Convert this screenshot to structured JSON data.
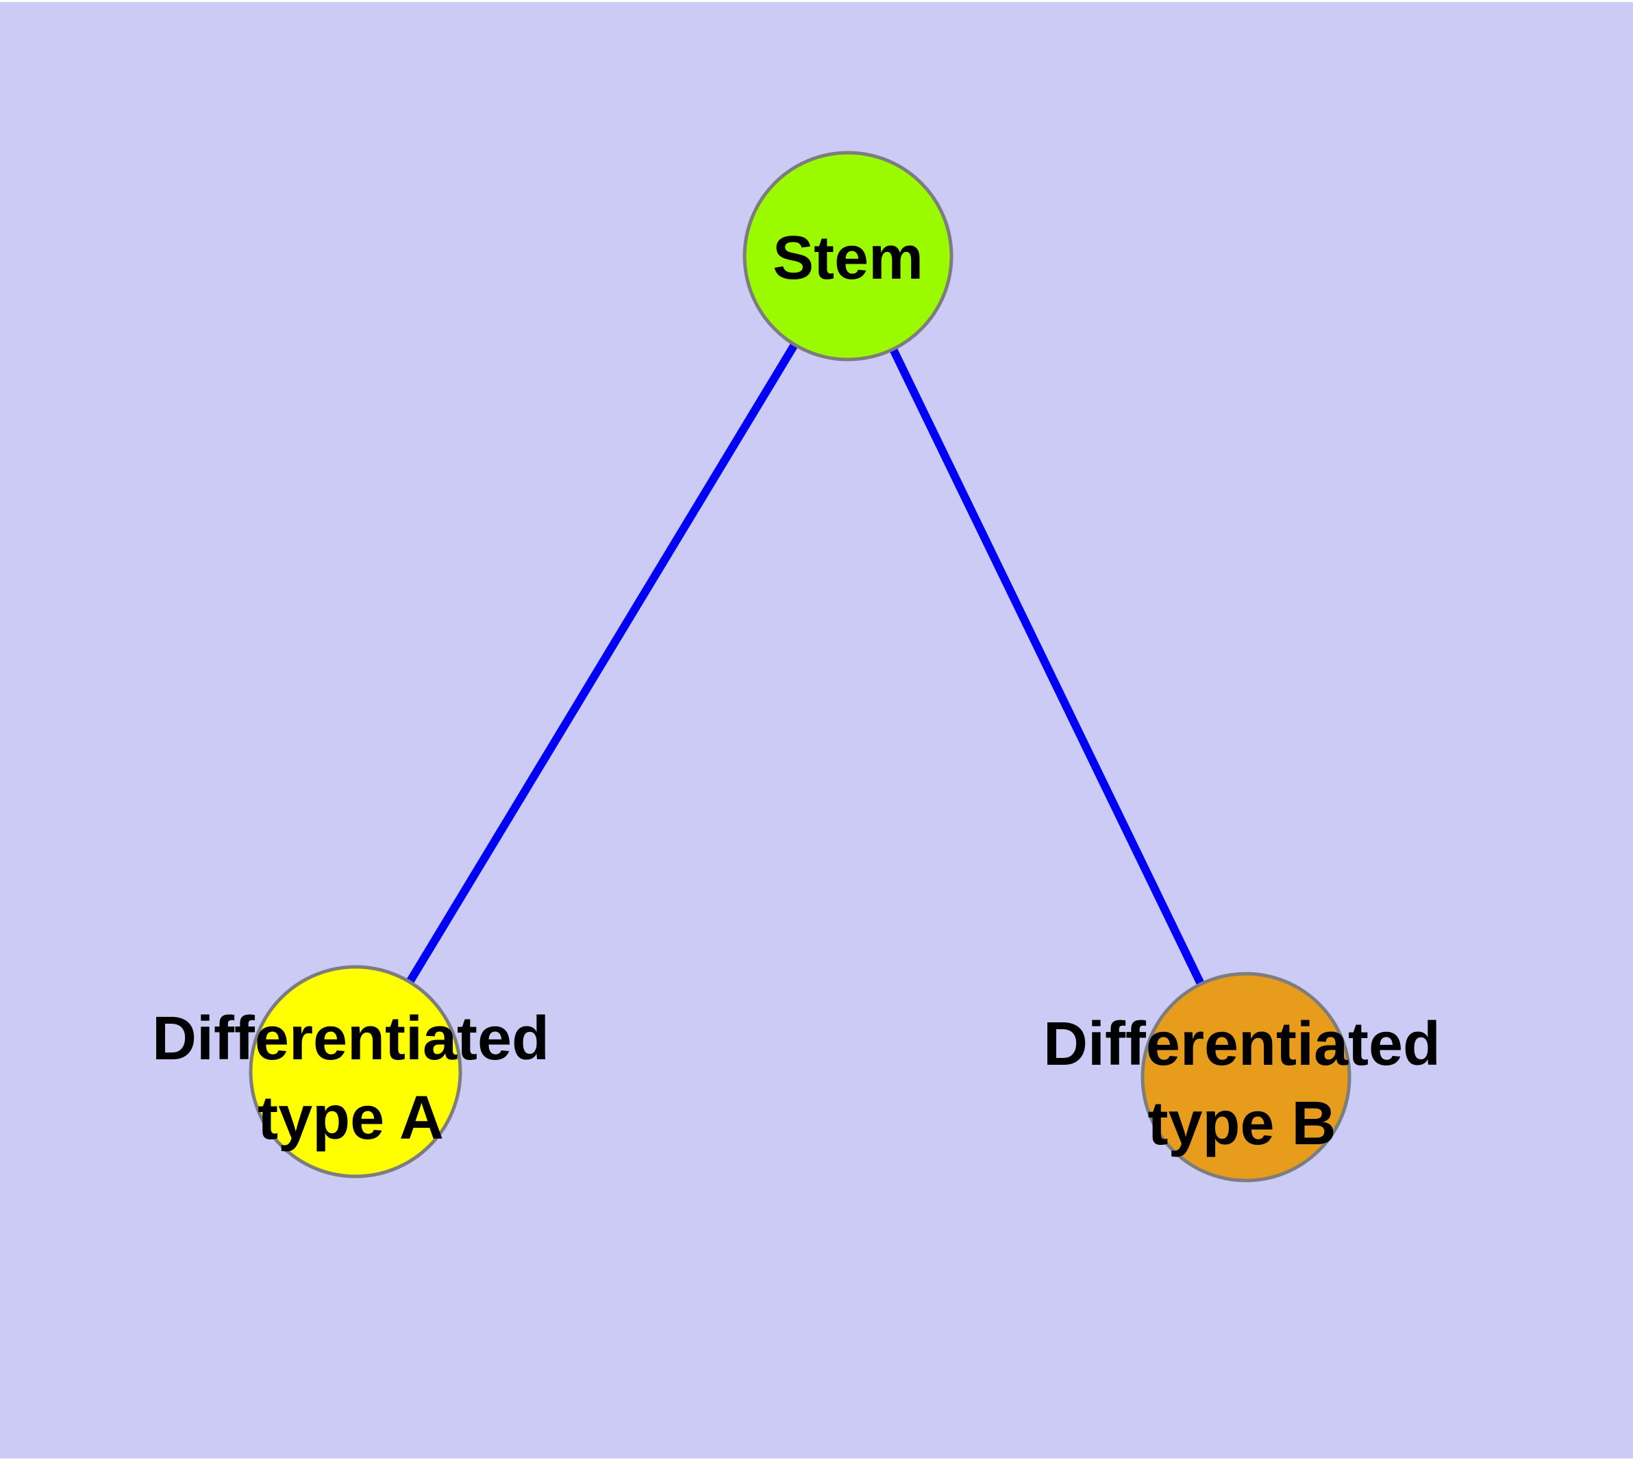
{
  "diagram": {
    "background_color": "#CBCBF5",
    "text_color": "#000000",
    "nodes": {
      "stem": {
        "label": "Stem",
        "fill": "#9BFA00",
        "stroke": "#7D7D7D"
      },
      "type_a": {
        "label_line1": "Differentiated",
        "label_line2": "type A",
        "fill": "#FFFF00",
        "stroke": "#7D7D7D"
      },
      "type_b": {
        "label_line1": "Differentiated",
        "label_line2": "type B",
        "fill": "#E79C1C",
        "stroke": "#7D7D7D"
      }
    },
    "edges": {
      "stem_type_a": {
        "from": "Stem",
        "to": "Differentiated type A",
        "color": "#0000F7"
      },
      "stem_type_b": {
        "from": "Stem",
        "to": "Differentiated type B",
        "color": "#0000F7"
      }
    }
  }
}
